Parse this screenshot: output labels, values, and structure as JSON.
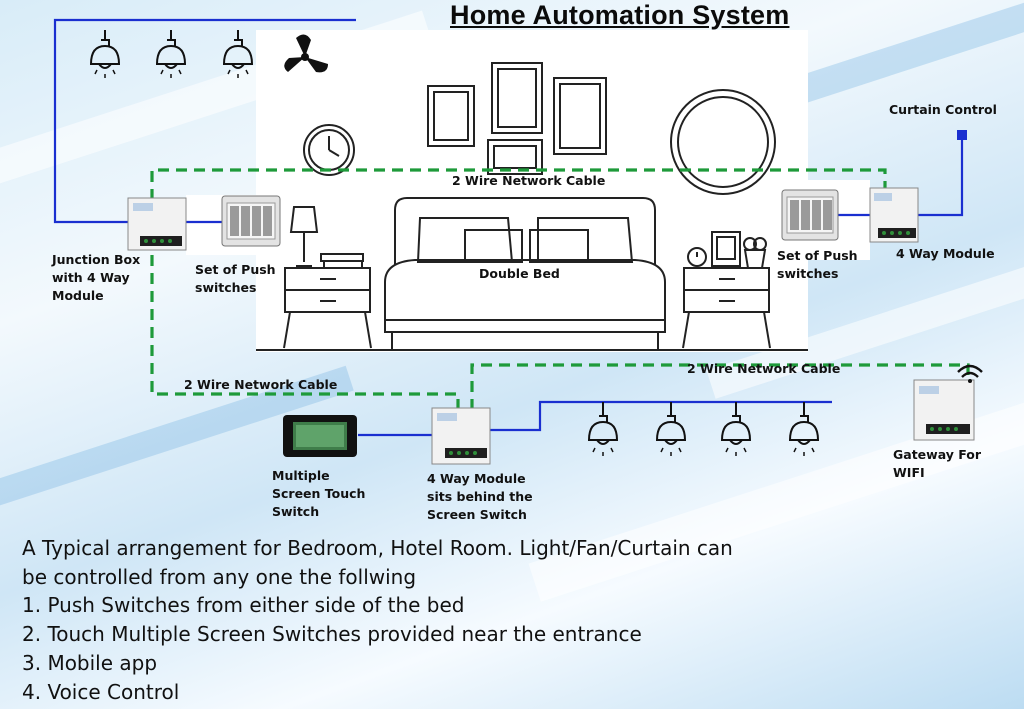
{
  "title": "Home Automation System",
  "labels": {
    "curtain_control": "Curtain Control",
    "network_cable_top": "2 Wire Network Cable",
    "network_cable_left": "2 Wire Network Cable",
    "network_cable_right": "2 Wire Network Cable",
    "junction_box": "Junction Box\nwith 4 Way\nModule",
    "push_switches_left": "Set of Push\nswitches",
    "double_bed": "Double Bed",
    "push_switches_right": "Set of Push\nswitches",
    "four_way_module": "4 Way Module",
    "screen_switch": "Multiple\nScreen Touch\nSwitch",
    "module_behind_screen": "4 Way Module\nsits behind the\nScreen Switch",
    "gateway": "Gateway For\nWIFI"
  },
  "description": [
    "A Typical arrangement for Bedroom, Hotel Room. Light/Fan/Curtain can",
    "be controlled from any one the follwing",
    "1. Push Switches from either side of the bed",
    "2. Touch Multiple Screen Switches provided near the entrance",
    "3. Mobile app",
    "4. Voice Control"
  ],
  "colors": {
    "wire": "#1a2fd0",
    "network_cable": "#1e9a3a",
    "line_art": "#222222",
    "module_led": "#2f8f3a"
  },
  "icons": [
    "pendant-light-icon",
    "ceiling-fan-icon",
    "wifi-icon",
    "wall-clock-icon",
    "table-lamp-icon",
    "alarm-clock-icon"
  ]
}
